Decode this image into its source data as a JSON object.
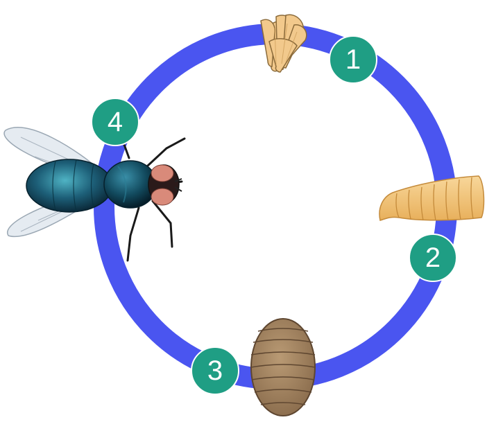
{
  "diagram": {
    "type": "life-cycle",
    "colors": {
      "ring": "#4a55f0",
      "badge": "#1f9e84",
      "badge_text": "#ffffff"
    },
    "stages": [
      {
        "number": "1",
        "icon": "eggs-icon"
      },
      {
        "number": "2",
        "icon": "larva-icon"
      },
      {
        "number": "3",
        "icon": "pupa-icon"
      },
      {
        "number": "4",
        "icon": "adult-fly-icon"
      }
    ]
  }
}
